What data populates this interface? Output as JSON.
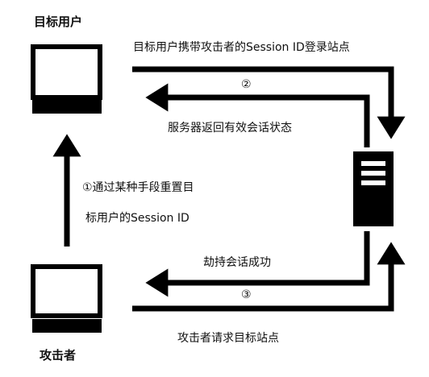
{
  "nodes": {
    "target_user": "目标用户",
    "attacker": "攻击者"
  },
  "steps": {
    "user_login": "目标用户携带攻击者的Session ID登录站点",
    "step2_marker": "②",
    "server_return": "服务器返回有效会话状态",
    "step1_line1": "①通过某种手段重置目",
    "step1_line2": "标用户的Session ID",
    "hijack_success": "劫持会话成功",
    "step3_marker": "③",
    "attacker_request": "攻击者请求目标站点"
  },
  "colors": {
    "ink": "#000000",
    "background": "#ffffff"
  },
  "icons": {
    "target_user": "computer-monitor-icon",
    "attacker": "computer-monitor-icon",
    "server": "server-tower-icon"
  }
}
